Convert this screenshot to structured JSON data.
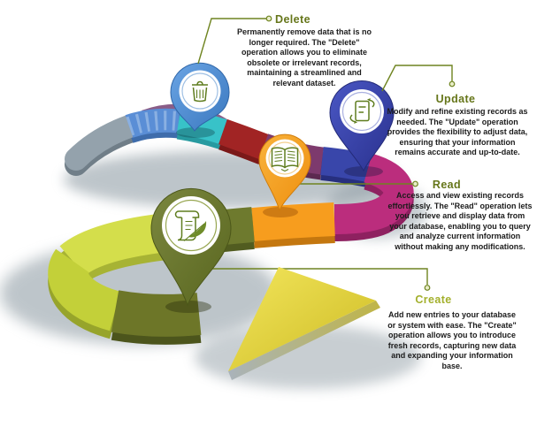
{
  "items": [
    {
      "id": "delete",
      "title": "Delete",
      "description": "Permanently remove data that is no longer required. The \"Delete\" operation allows you to eliminate obsolete or irrelevant records, maintaining a streamlined and relevant dataset.",
      "icon": "trash-icon",
      "pin_color": "#4a86cf"
    },
    {
      "id": "update",
      "title": "Update",
      "description": "Modify and refine existing records as needed. The \"Update\" operation provides the flexibility to adjust data, ensuring that your information remains accurate and up-to-date.",
      "icon": "document-sync-icon",
      "pin_color": "#3742a2"
    },
    {
      "id": "read",
      "title": "Read",
      "description": "Access and view existing records effortlessly. The \"Read\" operation lets you retrieve and display data from your database, enabling you to query and analyze current information without making any modifications.",
      "icon": "open-book-icon",
      "pin_color": "#f49d1c"
    },
    {
      "id": "create",
      "title": "Create",
      "description": "Add new entries to your database or system with ease. The \"Create\" operation allows you to introduce fresh records, capturing new data and expanding your information base.",
      "icon": "scroll-quill-icon",
      "pin_color": "#6d7a30"
    }
  ],
  "colors": {
    "title_olive": "#66761a",
    "title_create": "#a3b02c",
    "connector": "#6f8420",
    "road_segments": [
      "#94a2ac",
      "#5a8ed6",
      "#38c2c8",
      "#a12424",
      "#7d3a6d",
      "#3946aa",
      "#bb2d7d",
      "#f79d1e",
      "#6e7a2e",
      "#d4de4b",
      "#c3d039",
      "#6d7628"
    ],
    "arrow_yellow": "#e3d53f"
  }
}
